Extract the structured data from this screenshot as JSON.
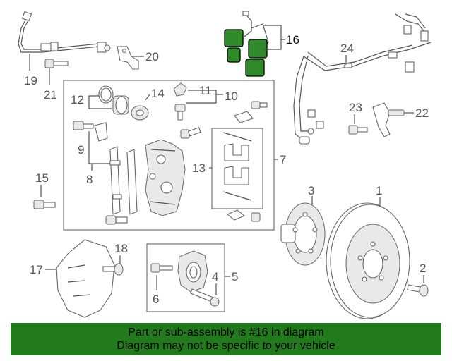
{
  "diagram": {
    "callouts": {
      "c1": "1",
      "c2": "2",
      "c3": "3",
      "c4": "4",
      "c5": "5",
      "c6": "6",
      "c7": "7",
      "c8": "8",
      "c9": "9",
      "c10": "10",
      "c11": "11",
      "c12": "12",
      "c13": "13",
      "c14": "14",
      "c15": "15",
      "c16": "16",
      "c17": "17",
      "c18": "18",
      "c19": "19",
      "c20": "20",
      "c21": "21",
      "c22": "22",
      "c23": "23",
      "c24": "24"
    },
    "highlight_color": "#2f8a2a"
  },
  "banner": {
    "line1": "Part or sub-assembly is #16 in diagram",
    "line2": "Diagram may not be specific to your vehicle",
    "background": "#237a1d"
  }
}
